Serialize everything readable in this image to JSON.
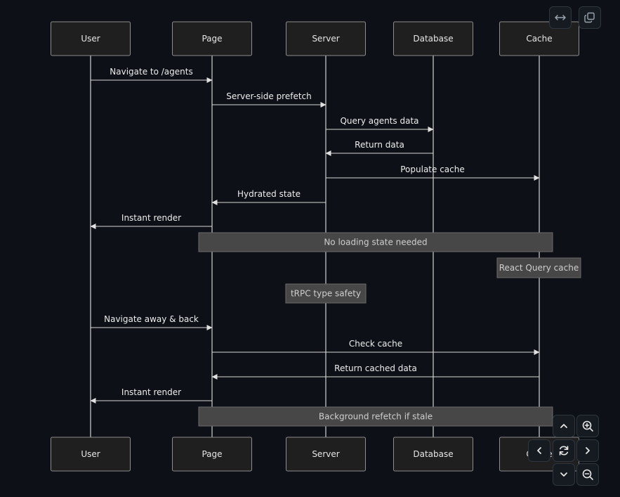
{
  "diagram": {
    "type": "sequence",
    "participants": [
      "User",
      "Page",
      "Server",
      "Database",
      "Cache"
    ],
    "messages": [
      {
        "from": "User",
        "to": "Page",
        "text": "Navigate to /agents"
      },
      {
        "from": "Page",
        "to": "Server",
        "text": "Server-side prefetch"
      },
      {
        "from": "Server",
        "to": "Database",
        "text": "Query agents data"
      },
      {
        "from": "Database",
        "to": "Server",
        "text": "Return data"
      },
      {
        "from": "Server",
        "to": "Cache",
        "text": "Populate cache"
      },
      {
        "from": "Server",
        "to": "Page",
        "text": "Hydrated state"
      },
      {
        "from": "Page",
        "to": "User",
        "text": "Instant render"
      },
      {
        "from": "User",
        "to": "Page",
        "text": "Navigate away & back"
      },
      {
        "from": "Page",
        "to": "Cache",
        "text": "Check cache"
      },
      {
        "from": "Cache",
        "to": "Page",
        "text": "Return cached data"
      },
      {
        "from": "Page",
        "to": "User",
        "text": "Instant render"
      }
    ],
    "notes": [
      {
        "over": [
          "Page",
          "Cache"
        ],
        "text": "No loading state needed"
      },
      {
        "over": [
          "Cache"
        ],
        "text": "React Query cache"
      },
      {
        "over": [
          "Server"
        ],
        "text": "tRPC type safety"
      },
      {
        "over": [
          "Page",
          "Cache"
        ],
        "text": "Background refetch if stale"
      }
    ]
  },
  "controls": {
    "top": [
      {
        "name": "expand-width-button",
        "icon": "arrows-horizontal-icon"
      },
      {
        "name": "copy-button",
        "icon": "copy-icon"
      }
    ],
    "bottom": [
      {
        "name": "pan-up-button",
        "icon": "chevron-up-icon"
      },
      {
        "name": "zoom-in-button",
        "icon": "zoom-in-icon"
      },
      {
        "name": "pan-left-button",
        "icon": "chevron-left-icon"
      },
      {
        "name": "reset-view-button",
        "icon": "reset-icon"
      },
      {
        "name": "pan-right-button",
        "icon": "chevron-right-icon"
      },
      {
        "name": "pan-down-button",
        "icon": "chevron-down-icon"
      },
      {
        "name": "zoom-out-button",
        "icon": "zoom-out-icon"
      }
    ]
  },
  "colors": {
    "background": "#0d1117",
    "actor_fill": "#1f1f1f",
    "note_fill": "#474747",
    "line": "#d0d0d0"
  }
}
